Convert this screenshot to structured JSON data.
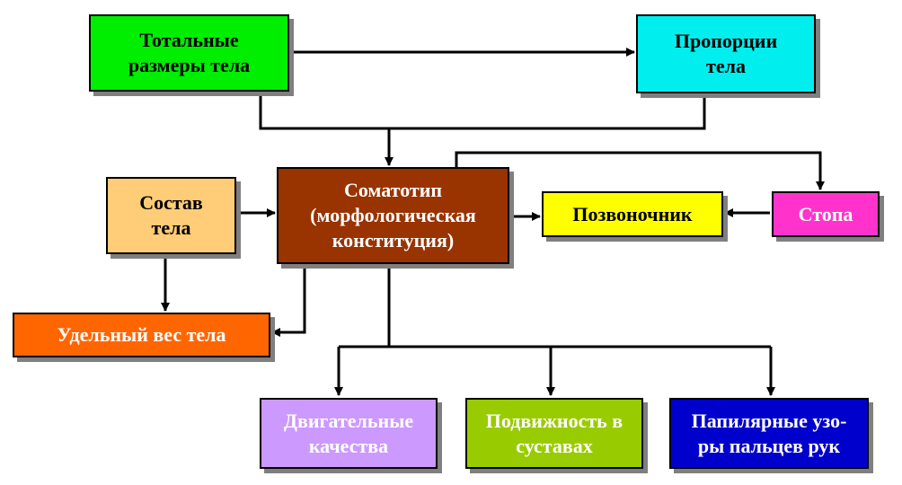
{
  "nodes": {
    "total_sizes": {
      "label": "Тотальные\nразмеры тела",
      "color": "#00ee00"
    },
    "proportions": {
      "label": "Пропорции\nтела",
      "color": "#00eeee"
    },
    "composition": {
      "label": "Состав\nтела",
      "color": "#ffcc77"
    },
    "somatotype": {
      "label": "Соматотип\n(морфологическая\nконституция)",
      "color": "#993300"
    },
    "spine": {
      "label": "Позвоночник",
      "color": "#ffff00"
    },
    "foot": {
      "label": "Стопа",
      "color": "#ff33cc"
    },
    "specific_weight": {
      "label": "Удельный вес тела",
      "color": "#ff6600"
    },
    "motor_qualities": {
      "label": "Двигательные\nкачества",
      "color": "#cc99ff"
    },
    "joint_mobility": {
      "label": "Подвижность в\nсуставах",
      "color": "#99cc00"
    },
    "papillary": {
      "label": "Папилярные узо-\nры пальцев рук",
      "color": "#0000cc"
    }
  }
}
